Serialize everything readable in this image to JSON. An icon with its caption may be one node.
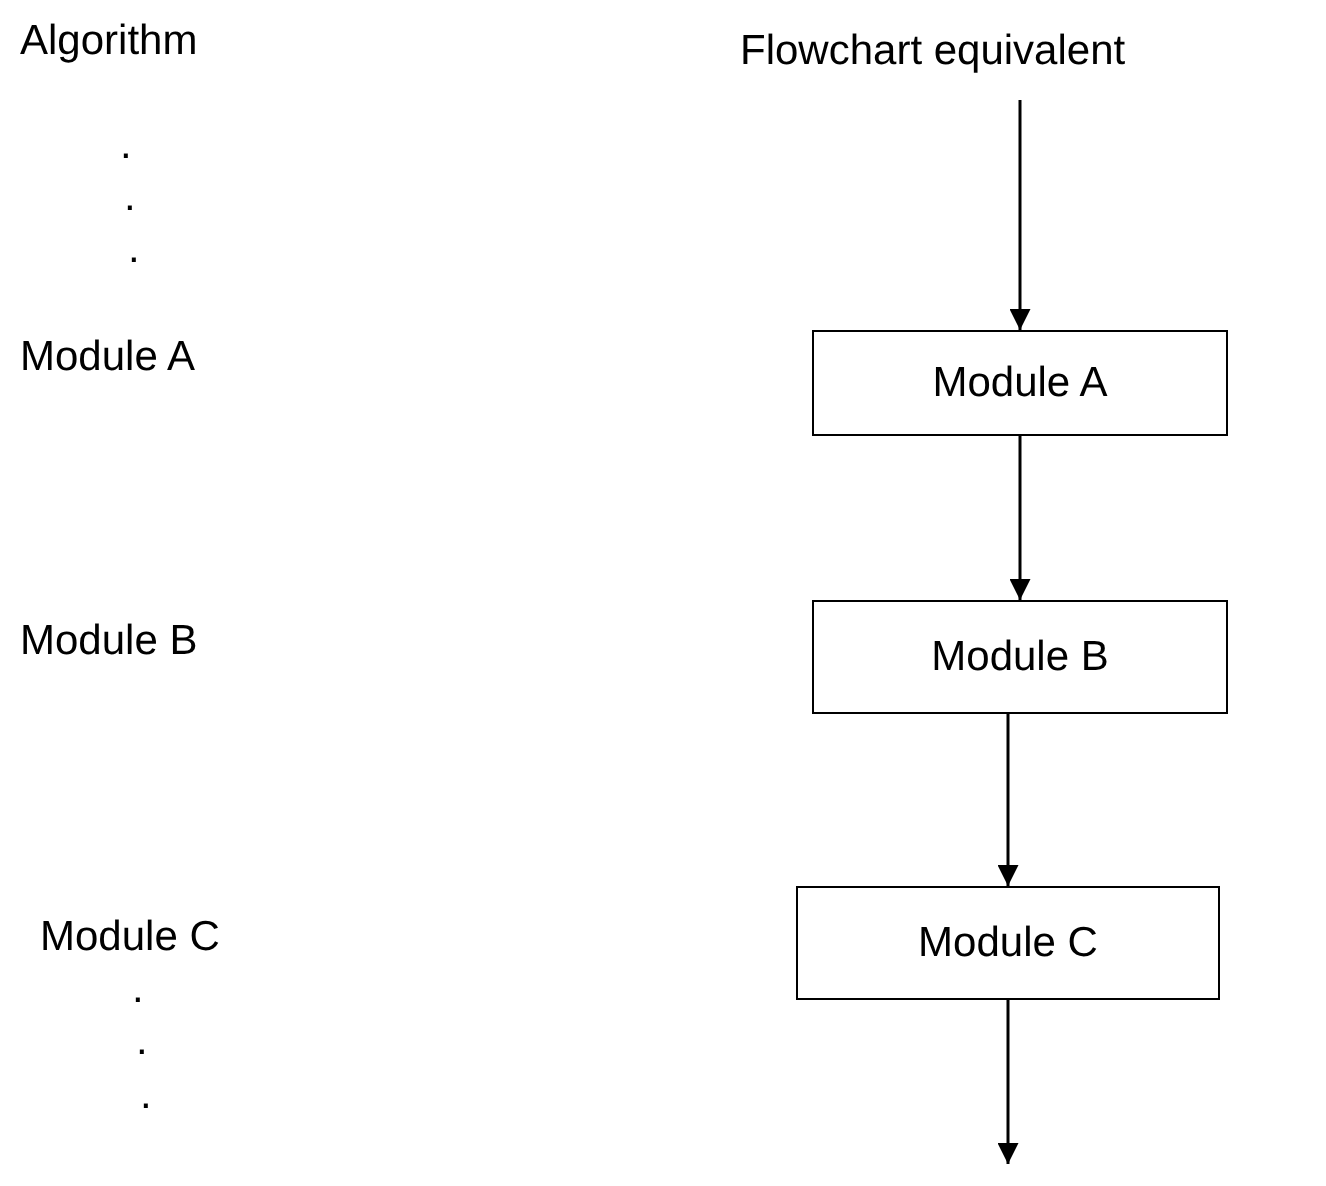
{
  "diagram": {
    "nodes": [
      {
        "text": [
          "Module A"
        ]
      },
      {
        "text": [
          "Module B"
        ]
      },
      {
        "text": [
          "Module C"
        ]
      }
    ],
    "edges": [
      {
        "from": null,
        "to": 0,
        "arrow": "to"
      },
      {
        "from": 0,
        "to": 1,
        "arrow": "to"
      },
      {
        "from": 1,
        "to": 2,
        "arrow": "to"
      },
      {
        "from": 2,
        "to": null,
        "arrow": "to"
      }
    ],
    "labels": [
      "Algorithm",
      "Flowchart equivalent",
      ".",
      ".",
      ".",
      "Module A",
      "Module B",
      "Module C",
      ".",
      ".",
      "."
    ]
  }
}
